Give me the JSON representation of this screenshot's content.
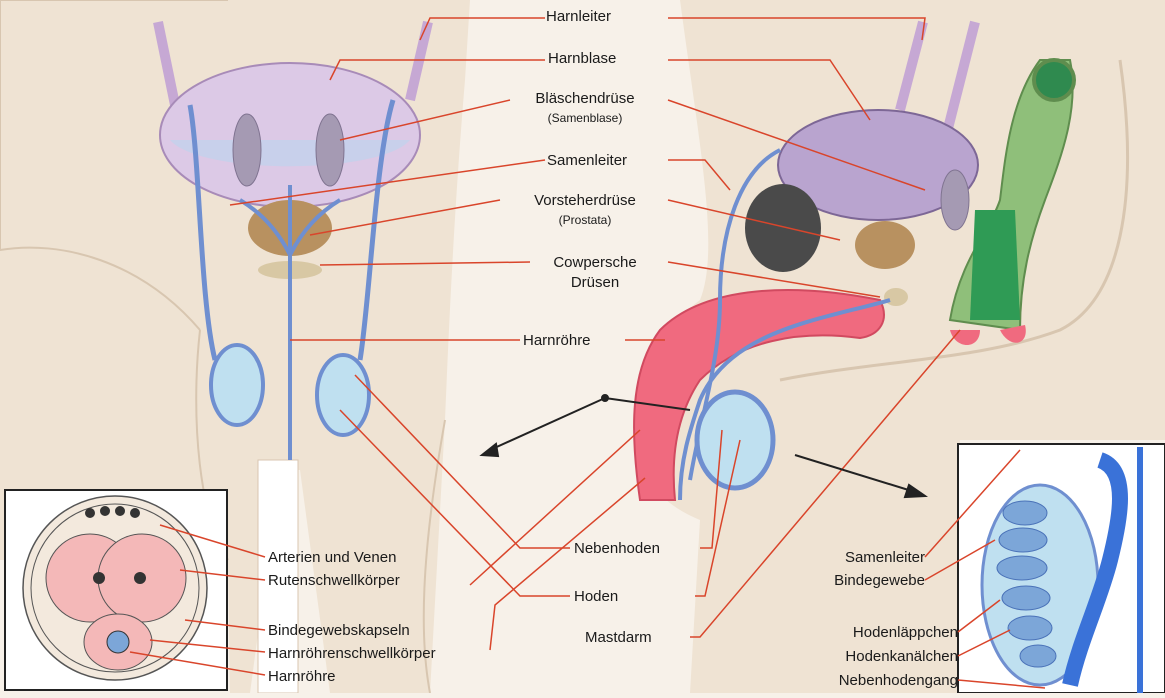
{
  "labels": {
    "harnleiter": "Harnleiter",
    "harnblase": "Harnblase",
    "blaeschendruese": "Bläschendrüse",
    "samenblase": "(Samenblase)",
    "samenleiter": "Samenleiter",
    "vorsteherdruese": "Vorsteherdrüse",
    "prostata": "(Prostata)",
    "cowpersche": "Cowpersche",
    "druesen": "Drüsen",
    "harnroehre": "Harnröhre",
    "nebenhoden": "Nebenhoden",
    "hoden": "Hoden",
    "mastdarm": "Mastdarm"
  },
  "inset_left": {
    "arterien": "Arterien und Venen",
    "rutenschwellkoerper": "Rutenschwellkörper",
    "bindegewebskapseln": "Bindegewebskapseln",
    "harnroehrenschwellkoerper": "Harnröhrenschwellkörper",
    "harnroehre": "Harnröhre"
  },
  "inset_right": {
    "samenleiter": "Samenleiter",
    "bindegewebe": "Bindegewebe",
    "hodenlaeppchen": "Hodenläppchen",
    "hodenkanaelchen": "Hodenkanälchen",
    "nebenhodengang": "Nebenhodengang"
  },
  "colors": {
    "skin": "#efe3d3",
    "bladder": "#dcc9e6",
    "duct": "#6f8fd0",
    "prostata": "#b89160",
    "penis": "#f06a7f",
    "testis": "#bfe0f0",
    "rectum": "#8fbf7a",
    "leader": "#d9452b"
  }
}
